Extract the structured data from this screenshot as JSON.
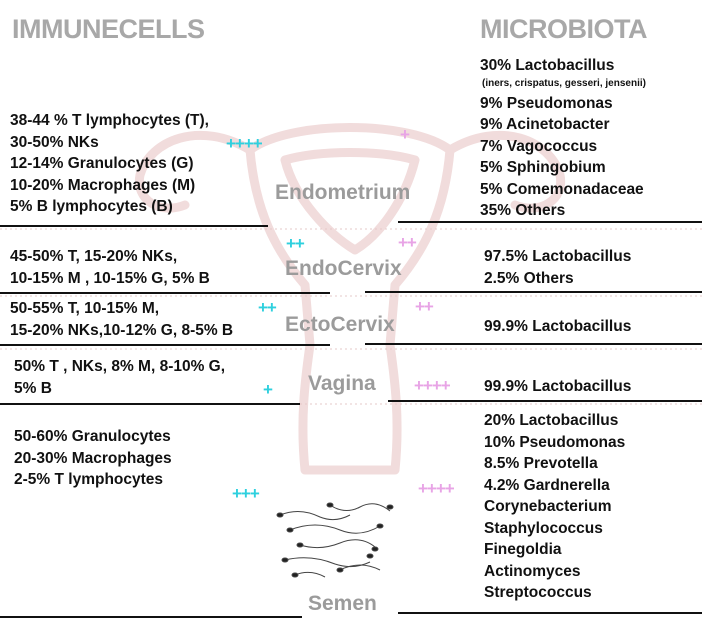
{
  "headers": {
    "immune": "IMMUNECELLS",
    "microbiota": "MICROBIOTA"
  },
  "regions": {
    "endometrium": "Endometrium",
    "endocervix": "EndoCervix",
    "ectocervix": "EctoCervix",
    "vagina": "Vagina",
    "semen": "Semen"
  },
  "immune": {
    "endometrium": [
      "38-44 % T lymphocytes (T),",
      "30-50% NKs",
      "12-14% Granulocytes (G)",
      "10-20% Macrophages (M)",
      "5% B lymphocytes (B)"
    ],
    "endocervix": [
      "45-50% T, 15-20% NKs,",
      "10-15% M , 10-15% G, 5% B"
    ],
    "ectocervix": [
      "50-55% T, 10-15% M,",
      "15-20% NKs,10-12% G, 8-5% B"
    ],
    "vagina": [
      "50% T , NKs, 8% M, 8-10% G,",
      "5% B"
    ],
    "semen": [
      "50-60% Granulocytes",
      "20-30% Macrophages",
      "2-5% T lymphocytes"
    ]
  },
  "microbiota": {
    "endometrium_first": "30% Lactobacillus",
    "endometrium_species": "(iners, crispatus, gesseri, jensenii)",
    "endometrium_rest": [
      "9% Pseudomonas",
      "9% Acinetobacter",
      "7% Vagococcus",
      "5% Sphingobium",
      "5% Comemonadaceae",
      "35% Others"
    ],
    "endocervix": [
      "97.5% Lactobacillus",
      "2.5% Others"
    ],
    "ectocervix": "99.9% Lactobacillus",
    "vagina": "99.9% Lactobacillus",
    "semen": [
      "20% Lactobacillus",
      "10% Pseudomonas",
      "8.5% Prevotella",
      "4.2% Gardnerella",
      "Corynebacterium",
      "Staphylococcus",
      "Finegoldia",
      "Actinomyces",
      "Streptococcus"
    ]
  },
  "levels": {
    "immune": {
      "endometrium": "++++",
      "endocervix": "++",
      "ectocervix": "++",
      "vagina": "+",
      "semen": "+++"
    },
    "microbiota": {
      "endometrium": "+",
      "endocervix": "++",
      "ectocervix": "++",
      "vagina": "++++",
      "semen": "++++"
    }
  },
  "colors": {
    "header": "#a8a8a8",
    "region_label": "#9b9b9b",
    "immune_plus": "#2ed0de",
    "microbiota_plus": "#e8a4e6",
    "uterus_outline": "#f1dcdc"
  }
}
